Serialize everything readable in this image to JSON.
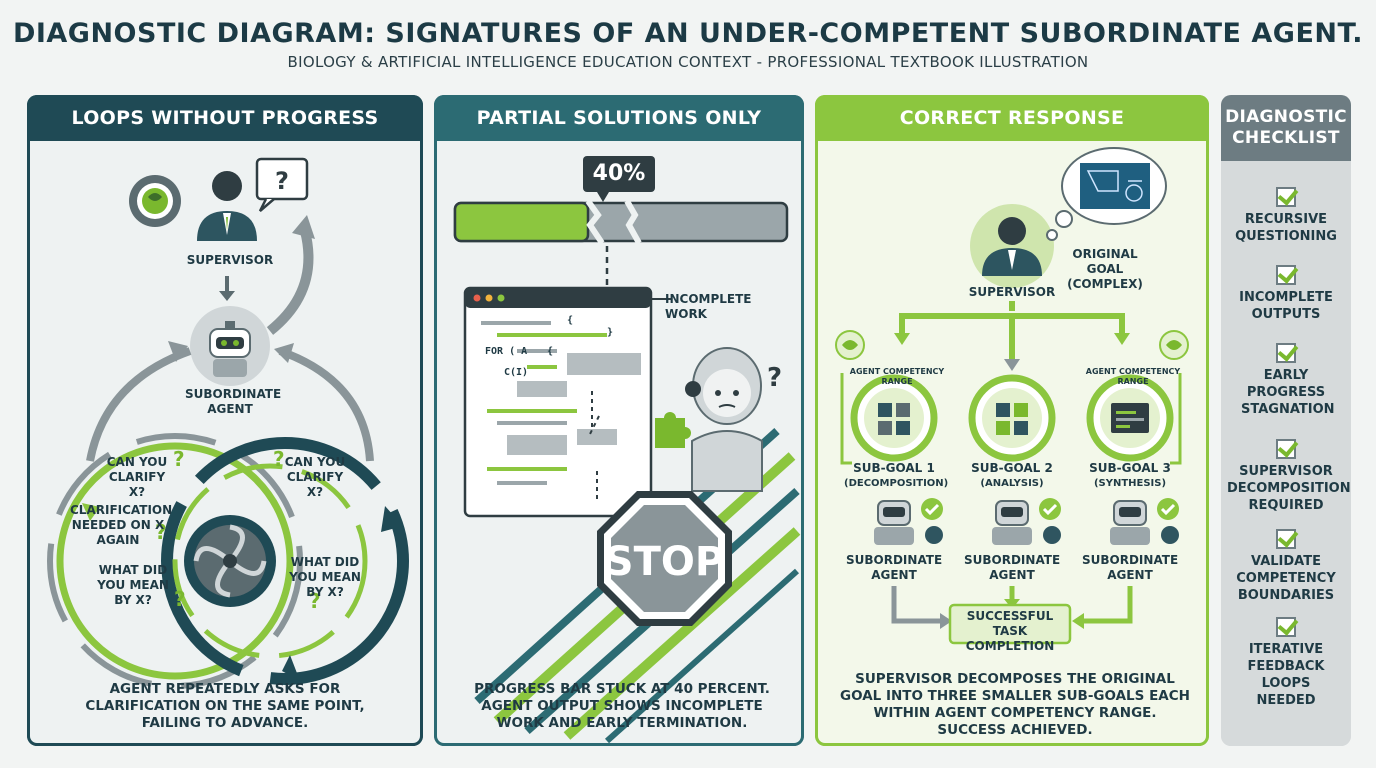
{
  "header": {
    "title": "DIAGNOSTIC DIAGRAM: SIGNATURES OF AN UNDER-COMPETENT SUBORDINATE AGENT.",
    "subtitle": "BIOLOGY & ARTIFICIAL INTELLIGENCE EDUCATION CONTEXT - PROFESSIONAL TEXTBOOK ILLUSTRATION"
  },
  "panel_loops": {
    "title": "LOOPS WITHOUT PROGRESS",
    "supervisor": "SUPERVISOR",
    "subordinate": "SUBORDINATE AGENT",
    "bubble_q1": "CAN YOU CLARIFY X?",
    "bubble_q2": "CAN YOU CLARIFY X?",
    "bubble_q3": "CLARIFICATION NEEDED ON X AGAIN",
    "bubble_q4": "WHAT DID YOU MEAN BY X?",
    "bubble_q5": "WHAT DID YOU MEAN BY X?",
    "caption": "AGENT REPEATEDLY ASKS FOR CLARIFICATION ON THE SAME POINT, FAILING TO ADVANCE."
  },
  "panel_partial": {
    "title": "PARTIAL SOLUTIONS ONLY",
    "progress_label": "40%",
    "progress_value": 0.4,
    "incomplete_label": "INCOMPLETE WORK",
    "stop_sign": "STOP",
    "code_lines": [
      "{",
      "}",
      "for ( a",
      "{",
      "C(i)"
    ],
    "caption": "PROGRESS BAR STUCK AT 40 PERCENT. AGENT OUTPUT SHOWS INCOMPLETE WORK AND EARLY TERMINATION."
  },
  "panel_correct": {
    "title": "CORRECT RESPONSE",
    "supervisor": "SUPERVISOR",
    "original_goal": "ORIGINAL GOAL (COMPLEX)",
    "range_label": "AGENT COMPETENCY RANGE",
    "subgoals": [
      {
        "name": "SUB-GOAL 1",
        "detail": "(DECOMPOSITION)",
        "agent": "SUBORDINATE AGENT"
      },
      {
        "name": "SUB-GOAL 2",
        "detail": "(ANALYSIS)",
        "agent": "SUBORDINATE AGENT"
      },
      {
        "name": "SUB-GOAL 3",
        "detail": "(SYNTHESIS)",
        "agent": "SUBORDINATE AGENT"
      }
    ],
    "success": "SUCCESSFUL TASK COMPLETION",
    "caption": "SUPERVISOR DECOMPOSES THE ORIGINAL GOAL INTO THREE SMALLER SUB-GOALS EACH WITHIN AGENT COMPETENCY RANGE. SUCCESS ACHIEVED."
  },
  "checklist": {
    "title_line1": "DIAGNOSTIC",
    "title_line2": "CHECKLIST",
    "items": [
      "RECURSIVE QUESTIONING",
      "INCOMPLETE OUTPUTS",
      "EARLY PROGRESS STAGNATION",
      "SUPERVISOR DECOMPOSITION REQUIRED",
      "VALIDATE COMPETENCY BOUNDARIES",
      "ITERATIVE FEEDBACK LOOPS NEEDED"
    ]
  },
  "colors": {
    "dark_teal": "#1f4a55",
    "teal": "#2c6b73",
    "green": "#8cc63f",
    "gray": "#6d7c82",
    "stop_gray": "#8a9599"
  }
}
